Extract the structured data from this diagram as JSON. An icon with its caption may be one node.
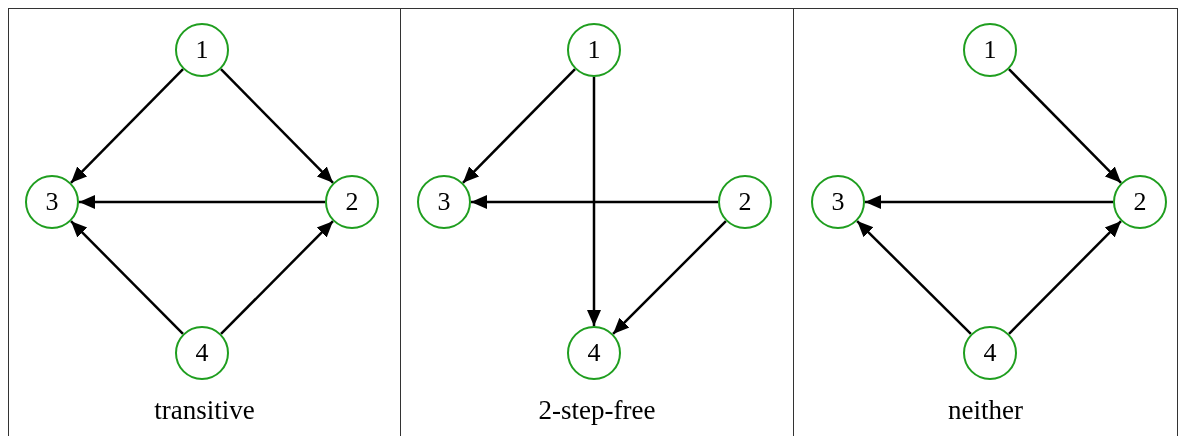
{
  "diagram": {
    "nodes": [
      {
        "text": [
          "transitive"
        ]
      },
      {
        "text": [
          "1"
        ],
        "in": 0
      },
      {
        "text": [
          "3"
        ],
        "in": 0
      },
      {
        "text": [
          "2"
        ],
        "in": 0
      },
      {
        "text": [
          "4"
        ],
        "in": 0
      },
      {
        "text": [
          "2-step-free"
        ]
      },
      {
        "text": [
          "1"
        ],
        "in": 5
      },
      {
        "text": [
          "3"
        ],
        "in": 5
      },
      {
        "text": [
          "2"
        ],
        "in": 5
      },
      {
        "text": [
          "4"
        ],
        "in": 5
      },
      {
        "text": [
          "neither"
        ]
      },
      {
        "text": [
          "1"
        ],
        "in": 10
      },
      {
        "text": [
          "3"
        ],
        "in": 10
      },
      {
        "text": [
          "2"
        ],
        "in": 10
      },
      {
        "text": [
          "4"
        ],
        "in": 10
      }
    ],
    "edges": [
      {
        "from": 1,
        "to": 2,
        "arrow": "to"
      },
      {
        "from": 1,
        "to": 3,
        "arrow": "to"
      },
      {
        "from": 3,
        "to": 2,
        "arrow": "to"
      },
      {
        "from": 4,
        "to": 2,
        "arrow": "to"
      },
      {
        "from": 4,
        "to": 3,
        "arrow": "to"
      },
      {
        "from": 6,
        "to": 7,
        "arrow": "to"
      },
      {
        "from": 6,
        "to": 9,
        "arrow": "to"
      },
      {
        "from": 8,
        "to": 7,
        "arrow": "to"
      },
      {
        "from": 8,
        "to": 9,
        "arrow": "to"
      },
      {
        "from": 11,
        "to": 13,
        "arrow": "to"
      },
      {
        "from": 13,
        "to": 12,
        "arrow": "to"
      },
      {
        "from": 14,
        "to": 12,
        "arrow": "to"
      },
      {
        "from": 14,
        "to": 13,
        "arrow": "to"
      }
    ]
  }
}
